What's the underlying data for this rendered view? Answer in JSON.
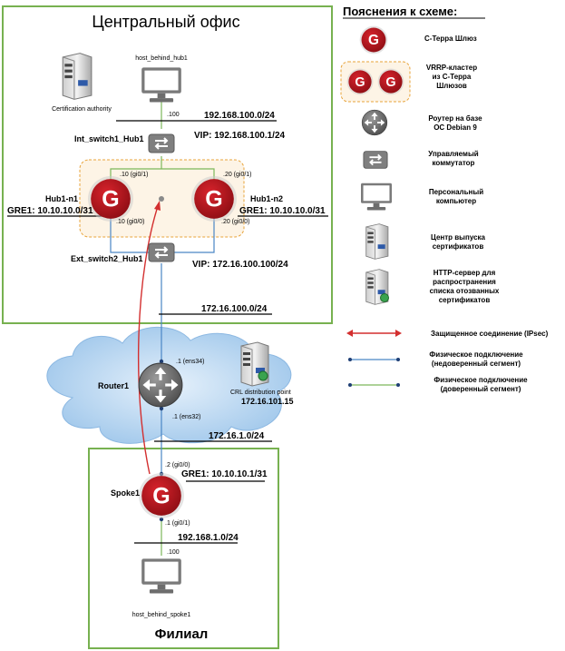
{
  "central_office": {
    "title": "Центральный офис"
  },
  "branch": {
    "title": "Филиал"
  },
  "nodes": {
    "host_hub1": {
      "label": "host_behind_hub1",
      "port": ".100"
    },
    "ca": {
      "label": "Certification authority"
    },
    "int_switch": {
      "label": "Int_switch1_Hub1",
      "vip": "VIP: 192.168.100.1/24"
    },
    "hub1": {
      "label": "Hub1-n1",
      "gi01": ".10 (gi0/1)",
      "gi00": ".10 (gi0/0)",
      "gre": "GRE1: 10.10.10.0/31"
    },
    "hub2": {
      "label": "Hub1-n2",
      "gi01": ".20 (gi0/1)",
      "gi00": ".20 (gi0/0)",
      "gre": "GRE1: 10.10.10.0/31"
    },
    "ext_switch": {
      "label": "Ext_switch2_Hub1",
      "vip": "VIP: 172.16.100.100/24"
    },
    "router": {
      "label": "Router1",
      "ens34": ".1 (ens34)",
      "ens32": ".1 (ens32)"
    },
    "crl": {
      "label": "CRL distribution point",
      "ip": "172.16.101.15"
    },
    "spoke": {
      "label": "Spoke1",
      "gi00": ".2 (gi0/0)",
      "gi01": ".1 (gi0/1)",
      "gre": "GRE1: 10.10.10.1/31"
    },
    "host_spoke": {
      "label": "host_behind_spoke1",
      "port": ".100"
    }
  },
  "networks": {
    "n192_100": "192.168.100.0/24",
    "n172_100": "172.16.100.0/24",
    "n172_1": "172.16.1.0/24",
    "n192_1": "192.168.1.0/24"
  },
  "legend": {
    "title": "Пояснения к схеме:",
    "gateway": "С-Терра Шлюз",
    "vrrp": [
      "VRRP-кластер",
      "из С-Терра",
      "Шлюзов"
    ],
    "router": [
      "Роутер на базе",
      "ОС Debian 9"
    ],
    "switch": [
      "Управляемый",
      "коммутатор"
    ],
    "pc": [
      "Персональный",
      "компьютер"
    ],
    "ca": [
      "Центр выпуска",
      "сертификатов"
    ],
    "http": [
      "HTTP-сервер для",
      "распространения",
      "списка отозванных",
      "сертификатов"
    ],
    "ipsec": "Защищенное соединение (IPsec)",
    "untrusted": [
      "Физическое подключение",
      "(недоверенный сегмент)"
    ],
    "trusted": [
      "Физическое подключение",
      "(доверенный сегмент)"
    ]
  },
  "colors": {
    "frame_green": "#77b150",
    "trusted_line": "#7cb85a",
    "untrusted_line": "#4a86c5",
    "ipsec": "#d32f2f",
    "gateway": "#b5141c",
    "vrrp_border": "#e8a33a",
    "vip_green": "#6aa84f",
    "vip_blue": "#2e75b6"
  }
}
